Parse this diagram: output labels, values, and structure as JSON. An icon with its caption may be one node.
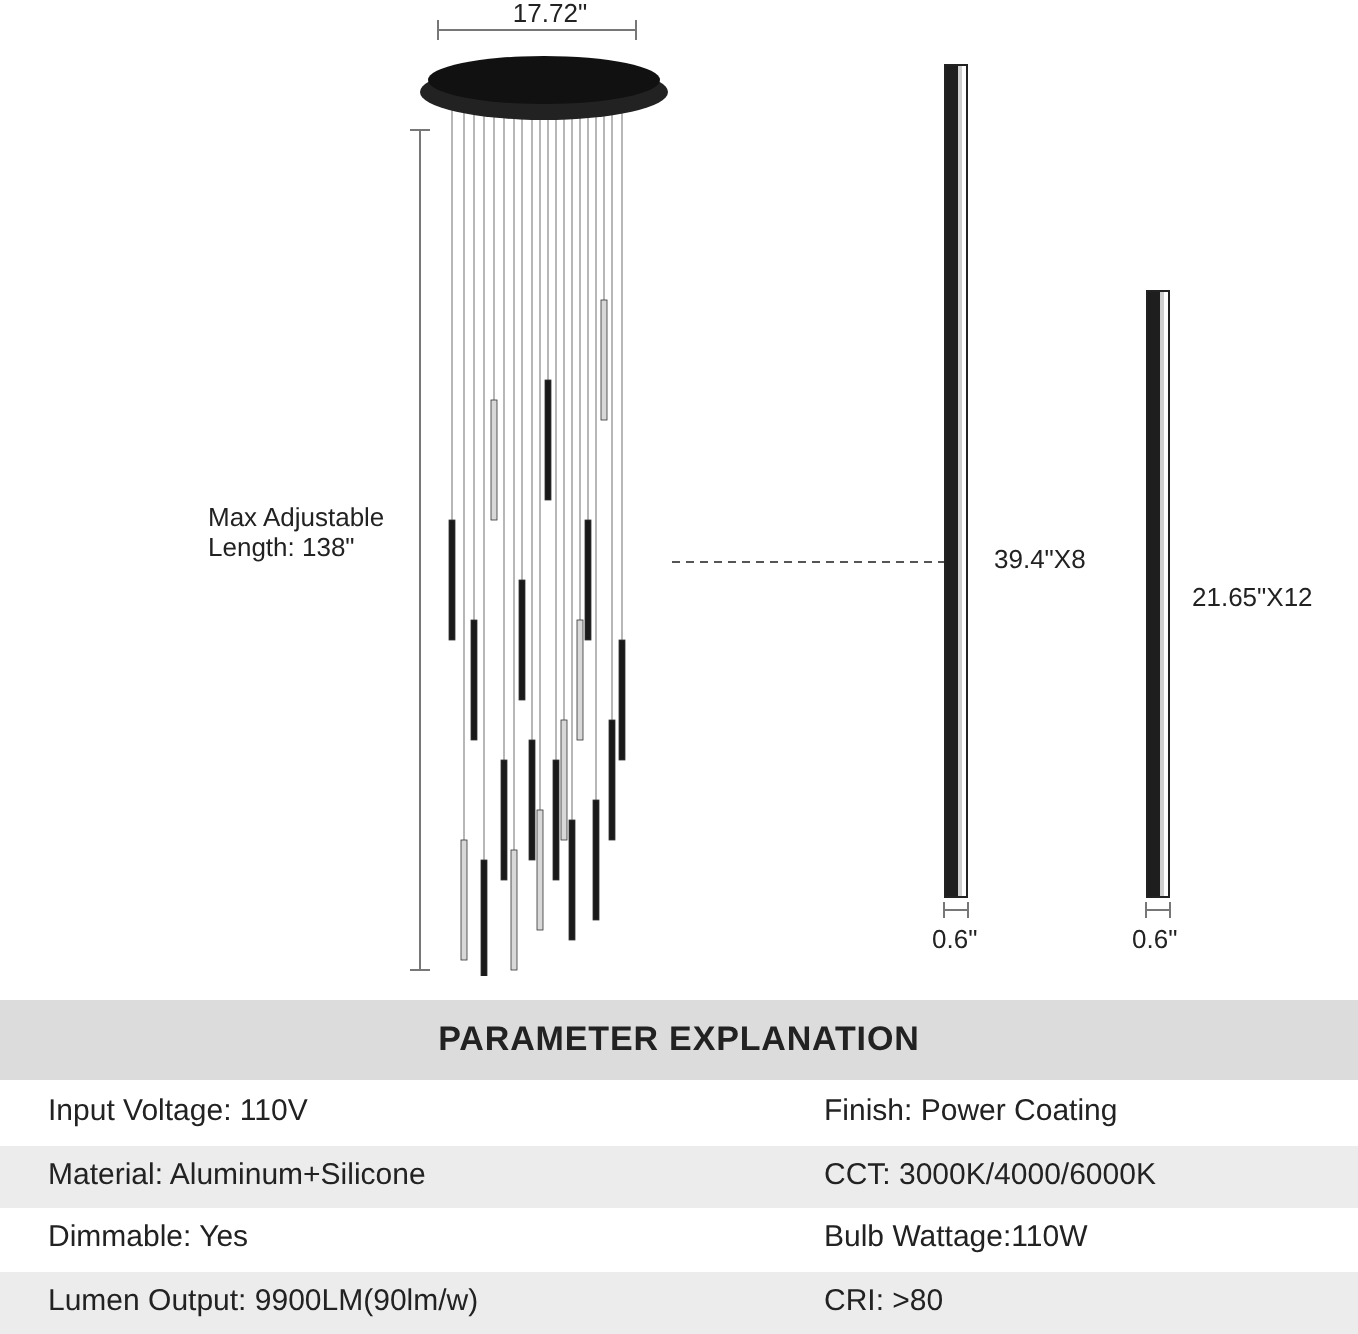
{
  "diagram": {
    "title": "PARAMETER EXPLANATION",
    "nodes": [
      {
        "text": [],
        "shape": "picture"
      },
      {
        "text": [],
        "shape": "picture"
      },
      {
        "text": [],
        "shape": "picture"
      }
    ],
    "edges": [
      {
        "from": 0,
        "to": 1,
        "arrow": "none",
        "style": "dashed"
      }
    ],
    "labels": [
      "17.72\"",
      "Max Adjustable Length: 138\"",
      "39.4\"X8",
      "21.65\"X12",
      "0.6\"",
      "0.6\"",
      "Input Voltage: 110V",
      "Finish: Power Coating",
      "Material: Aluminum+Silicone",
      "CCT: 3000K/4000/6000K",
      "Dimmable: Yes",
      "Bulb Wattage:110W",
      "Lumen Output: 9900LM(90lm/w)",
      "CRI: >80"
    ]
  }
}
